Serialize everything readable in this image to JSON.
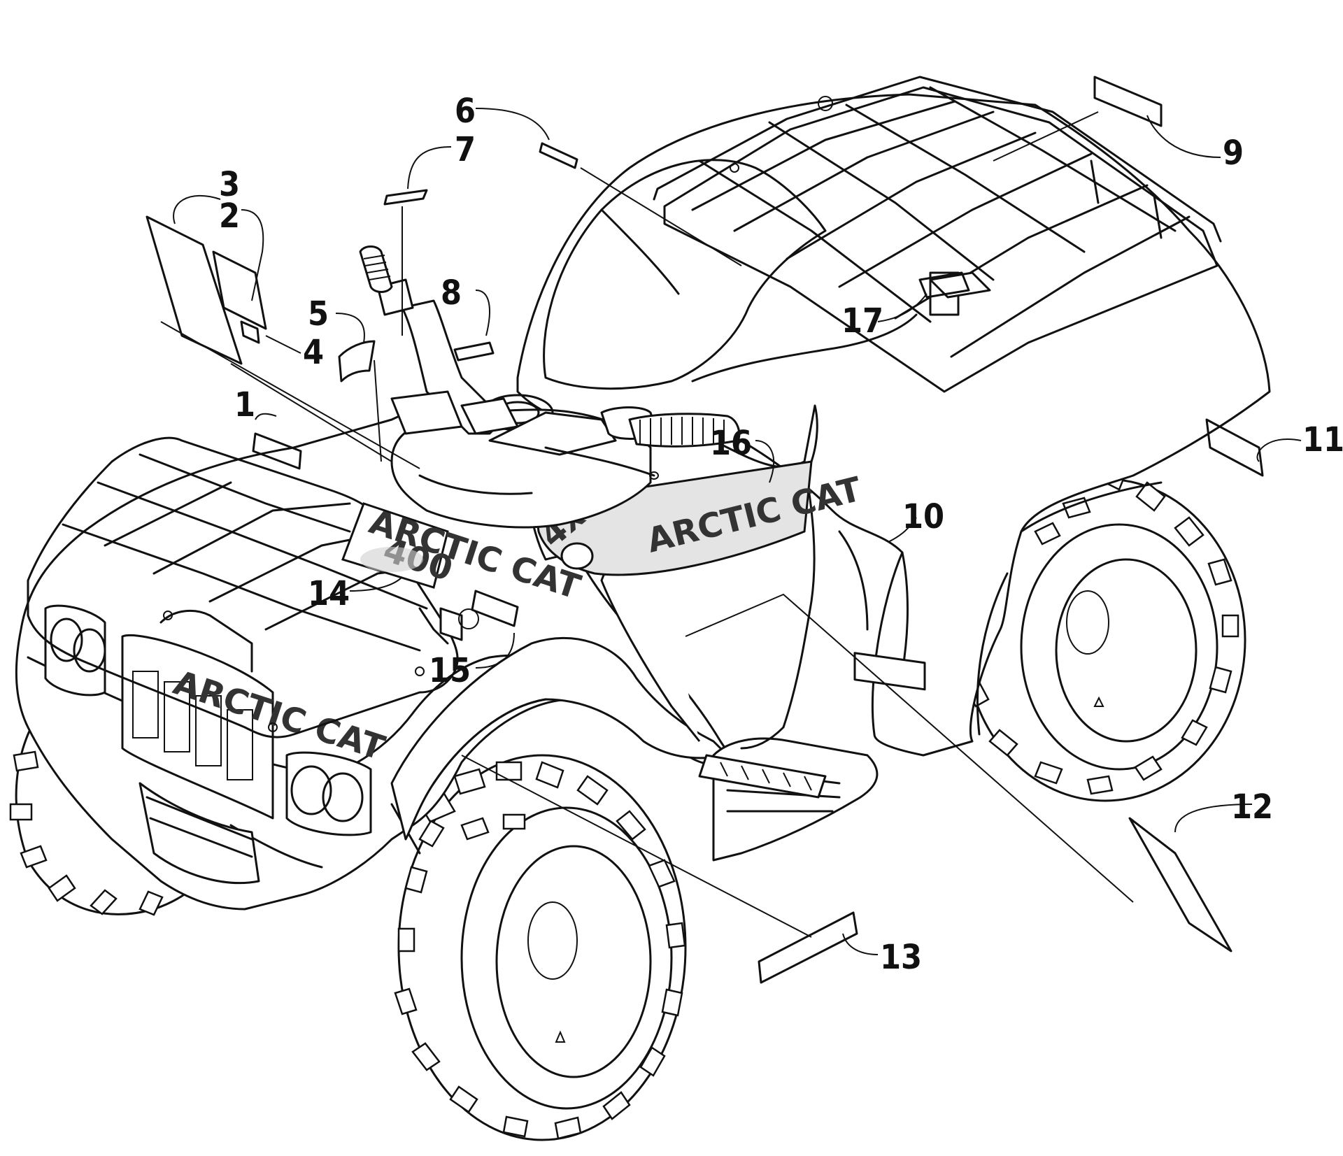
{
  "callouts": [
    {
      "num": "1"
    },
    {
      "num": "2"
    },
    {
      "num": "3"
    },
    {
      "num": "4"
    },
    {
      "num": "5"
    },
    {
      "num": "6"
    },
    {
      "num": "7"
    },
    {
      "num": "8"
    },
    {
      "num": "9"
    },
    {
      "num": "10"
    },
    {
      "num": "11"
    },
    {
      "num": "12"
    },
    {
      "num": "13"
    },
    {
      "num": "14"
    },
    {
      "num": "15"
    },
    {
      "num": "16"
    },
    {
      "num": "17"
    }
  ],
  "logos": {
    "hood_brand": "ARCTIC CAT",
    "hood_model": "400",
    "side_brand": "ARCTIC CAT",
    "side_drive": "4x4",
    "grille_brand": "ARCTIC CAT"
  }
}
